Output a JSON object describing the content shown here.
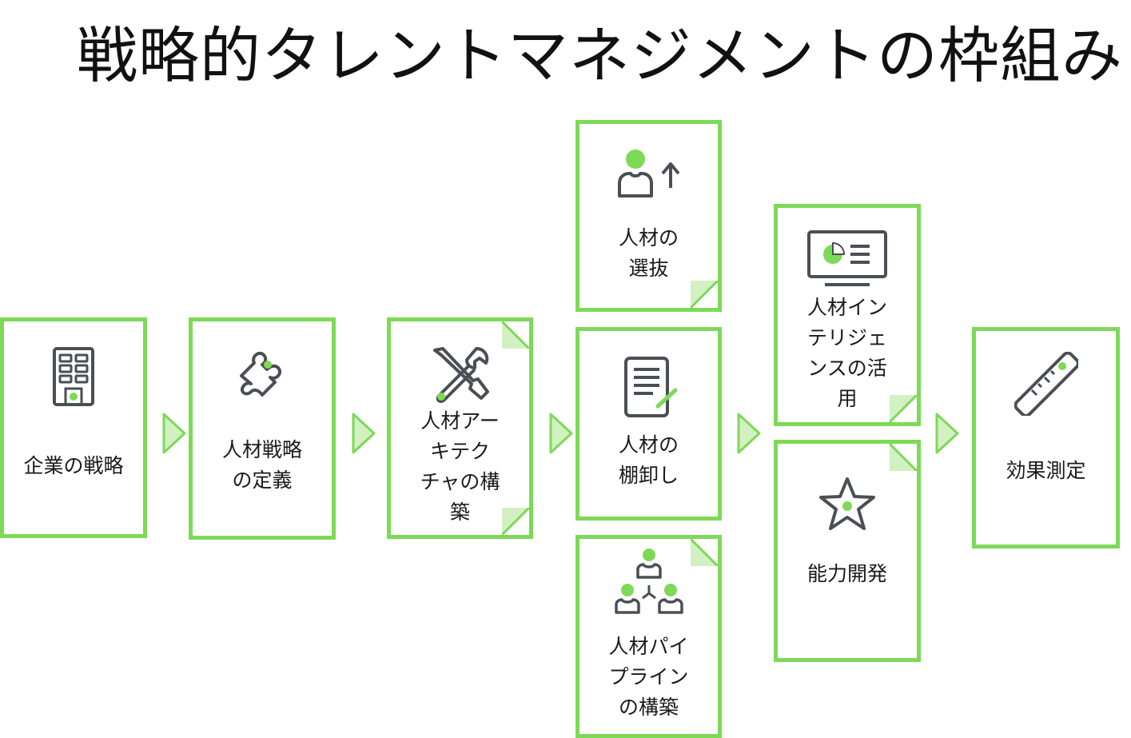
{
  "title": "戦略的タレントマネジメントの枠組み",
  "colors": {
    "accent": "#7ed957",
    "fold": "#d3f0c3",
    "icon": "#4a4f55"
  },
  "steps": [
    {
      "id": "corporate-strategy",
      "icon": "building-icon",
      "lines": [
        "企業の戦略"
      ]
    },
    {
      "id": "talent-strategy",
      "icon": "puzzle-icon",
      "lines": [
        "人材戦略",
        "の定義"
      ]
    },
    {
      "id": "talent-architecture",
      "icon": "tools-icon",
      "lines": [
        "人材アー",
        "キテク",
        "チャの構",
        "築"
      ]
    },
    {
      "id": "talent-selection",
      "icon": "person-up-icon",
      "lines": [
        "人材の",
        "選抜"
      ]
    },
    {
      "id": "talent-inventory",
      "icon": "document-pen-icon",
      "lines": [
        "人材の",
        "棚卸し"
      ]
    },
    {
      "id": "talent-pipeline",
      "icon": "org-chart-icon",
      "lines": [
        "人材パイ",
        "プライン",
        "の構築"
      ]
    },
    {
      "id": "talent-intelligence",
      "icon": "monitor-chart-icon",
      "lines": [
        "人材イン",
        "テリジェ",
        "ンスの活",
        "用"
      ]
    },
    {
      "id": "capability-development",
      "icon": "star-icon",
      "lines": [
        "能力開発"
      ]
    },
    {
      "id": "effect-measurement",
      "icon": "ruler-icon",
      "lines": [
        "効果測定"
      ]
    }
  ]
}
